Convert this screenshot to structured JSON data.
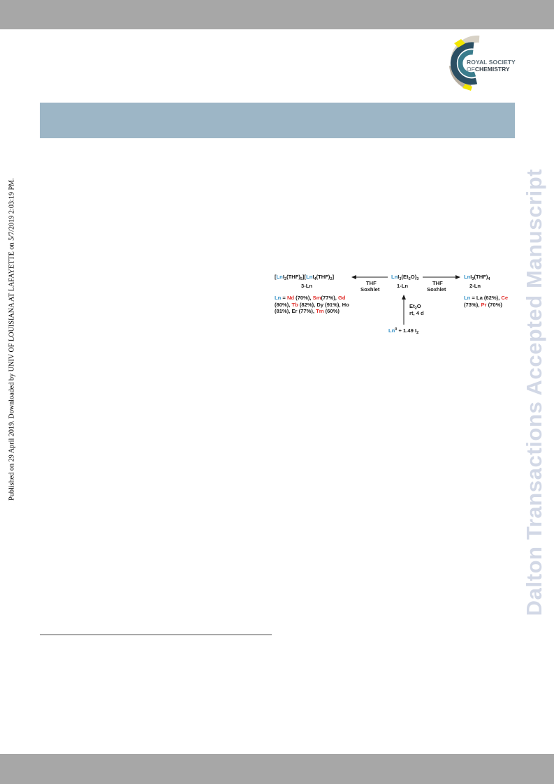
{
  "logo": {
    "line1": "ROYAL SOCIETY",
    "line2_prefix": "OF",
    "line2_bold": "CHEMISTRY"
  },
  "side_text": "Published on 29 April 2019. Downloaded by UNIV OF LOUISIANA AT LAFAYETTE on 5/7/2019 2:03:19 PM.",
  "watermark": "Dalton Transactions Accepted Manuscript",
  "scheme": {
    "left_product": {
      "name": "3-Ln"
    },
    "center": {
      "name": "1-Ln"
    },
    "right_product": {
      "name": "2-Ln"
    },
    "left_arrow": {
      "line1": "THF",
      "line2": "Soxhlet"
    },
    "right_arrow": {
      "line1": "THF",
      "line2": "Soxhlet"
    },
    "up_arrow": {
      "line2": "rt, 4 d"
    },
    "left_list": {
      "ln": "Ln",
      "eq": " = ",
      "nd": "Nd",
      "nd_val": " (70%), ",
      "sm": "Sm",
      "sm_val": "(77%), ",
      "gd": "Gd",
      "gd_val": "(80%), ",
      "tb": "Tb",
      "tb_val": " (82%), Dy (91%), Ho",
      "line3": "(81%), Er (77%), ",
      "tm": "Tm",
      "tm_val": " (60%)"
    },
    "right_list": {
      "ln": "Ln",
      "rest": " = La (62%), ",
      "ce": "Ce",
      "ce_val": "(73%), ",
      "pr": "Pr",
      "pr_val": " (70%)"
    },
    "reactants": {
      "ln": "Ln",
      "plus": " + 1.49 I"
    }
  }
}
